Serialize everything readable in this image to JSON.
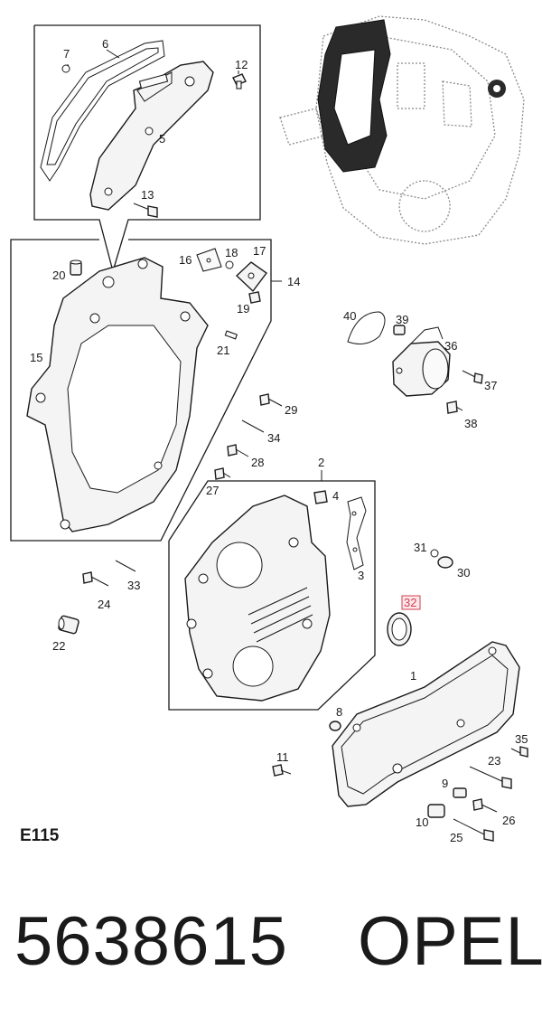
{
  "diagram": {
    "code": "E115",
    "highlighted_callout": "32",
    "callouts": [
      "1",
      "2",
      "3",
      "4",
      "5",
      "6",
      "7",
      "8",
      "9",
      "10",
      "11",
      "12",
      "13",
      "14",
      "15",
      "16",
      "17",
      "18",
      "19",
      "20",
      "21",
      "22",
      "23",
      "24",
      "25",
      "26",
      "27",
      "28",
      "29",
      "30",
      "31",
      "32",
      "33",
      "34",
      "35",
      "36",
      "37",
      "38",
      "39",
      "40"
    ]
  },
  "footer": {
    "part_number": "5638615",
    "brand": "OPEL"
  },
  "colors": {
    "highlight": "#d04050",
    "line": "#1a1a1a"
  }
}
